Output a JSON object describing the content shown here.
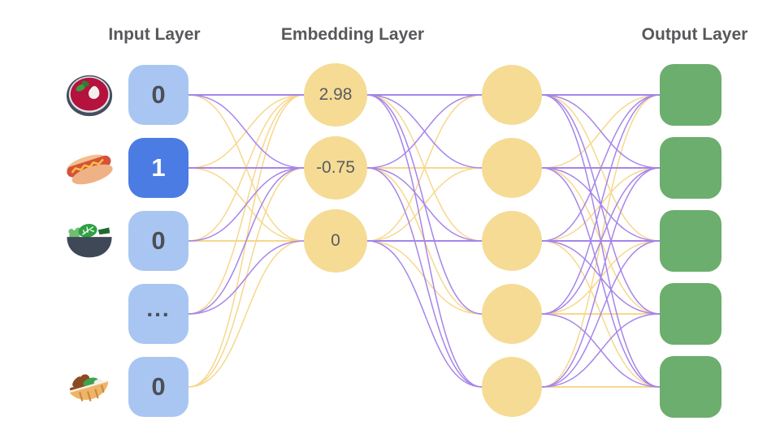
{
  "headers": {
    "input": "Input Layer",
    "embedding": "Embedding Layer",
    "output": "Output Layer"
  },
  "input_layer": {
    "nodes": [
      {
        "icon": "borscht-icon",
        "value": "0",
        "active": false
      },
      {
        "icon": "hot-dog-icon",
        "value": "1",
        "active": true
      },
      {
        "icon": "salad-icon",
        "value": "0",
        "active": false
      },
      {
        "icon": "",
        "value": "...",
        "active": false
      },
      {
        "icon": "stuffed-flatbread-icon",
        "value": "0",
        "active": false
      }
    ]
  },
  "embedding_layer": {
    "nodes": [
      {
        "value": "2.98"
      },
      {
        "value": "-0.75"
      },
      {
        "value": "0"
      }
    ]
  },
  "hidden_layer": {
    "node_count": 5
  },
  "output_layer": {
    "node_count": 5
  },
  "colors": {
    "node_blue": "#A9C6F2",
    "node_blue_active": "#4B7CE3",
    "node_yellow": "#F5DB94",
    "node_green": "#6CAE6D",
    "edge_purple": "#A685EA",
    "edge_yellow": "#F7D78C",
    "header_text": "#57585B",
    "value_text": "#4C4F55",
    "active_value_text": "#FFFFFF",
    "embedding_text": "#595C61"
  },
  "edges": {
    "input_to_embedding": [
      [
        "p",
        "p",
        "y"
      ],
      [
        "y",
        "p",
        "y"
      ],
      [
        "y",
        "p",
        "y"
      ],
      [
        "y",
        "p",
        "p"
      ],
      [
        "y",
        "y",
        "y"
      ]
    ],
    "embedding_to_hidden": [
      [
        "p",
        "p",
        "y",
        "p",
        "p"
      ],
      [
        "p",
        "y",
        "p",
        "y",
        "p"
      ],
      [
        "y",
        "y",
        "p",
        "y",
        "p"
      ]
    ],
    "hidden_to_output": [
      [
        "p",
        "p",
        "y",
        "p",
        "p"
      ],
      [
        "y",
        "p",
        "p",
        "y",
        "p"
      ],
      [
        "p",
        "y",
        "p",
        "p",
        "y"
      ],
      [
        "p",
        "p",
        "y",
        "y",
        "p"
      ],
      [
        "y",
        "p",
        "p",
        "p",
        "y"
      ]
    ]
  }
}
